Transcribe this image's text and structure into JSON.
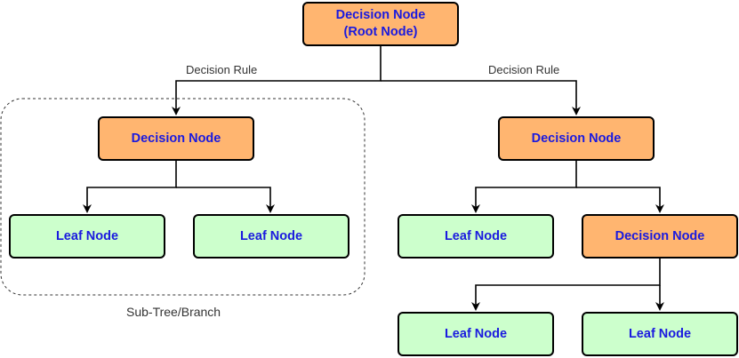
{
  "colors": {
    "decision_fill": "#ffb570",
    "leaf_fill": "#ccffcc",
    "node_text": "#1a1adf",
    "stroke": "#000000"
  },
  "nodes": {
    "root": {
      "line1": "Decision Node",
      "line2": "(Root Node)"
    },
    "left_decision": {
      "label": "Decision Node"
    },
    "left_leaf_1": {
      "label": "Leaf Node"
    },
    "left_leaf_2": {
      "label": "Leaf Node"
    },
    "right_decision": {
      "label": "Decision Node"
    },
    "right_leaf": {
      "label": "Leaf Node"
    },
    "right_sub_decision": {
      "label": "Decision Node"
    },
    "bottom_leaf_1": {
      "label": "Leaf Node"
    },
    "bottom_leaf_2": {
      "label": "Leaf Node"
    }
  },
  "edge_labels": {
    "left_rule": "Decision Rule",
    "right_rule": "Decision Rule"
  },
  "subtree_label": "Sub-Tree/Branch"
}
